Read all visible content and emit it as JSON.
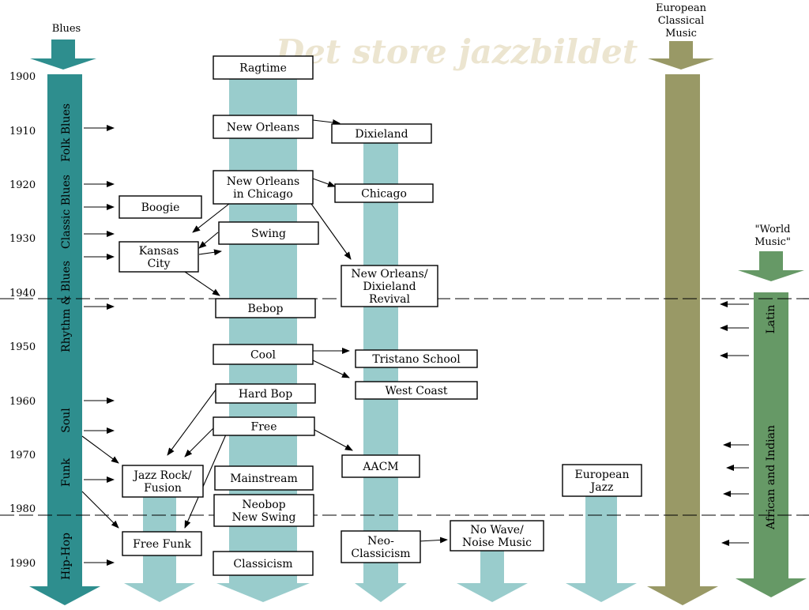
{
  "title": "Det store jazzbildet",
  "years": [
    "1900",
    "1910",
    "1920",
    "1930",
    "1940",
    "1950",
    "1960",
    "1970",
    "1980",
    "1990"
  ],
  "streams": {
    "blues": {
      "header": "Blues",
      "color": "#2e8e8e",
      "labels": [
        "Folk Blues",
        "Classic Blues",
        "Rhythm & Blues",
        "Soul",
        "Funk",
        "Hip-Hop"
      ]
    },
    "european_classical": {
      "header": [
        "European",
        "Classical",
        "Music"
      ],
      "color": "#999966"
    },
    "world_music": {
      "header": [
        "\"World",
        "Music\""
      ],
      "color": "#669966",
      "labels": [
        "Latin",
        "African and Indian"
      ]
    },
    "jazz_color": "#99cccc"
  },
  "boxes": {
    "ragtime": [
      "Ragtime"
    ],
    "new_orleans": [
      "New Orleans"
    ],
    "dixieland": [
      "Dixieland"
    ],
    "new_orleans_chicago": [
      "New Orleans",
      "in Chicago"
    ],
    "chicago": [
      "Chicago"
    ],
    "boogie": [
      "Boogie"
    ],
    "swing": [
      "Swing"
    ],
    "kansas_city": [
      "Kansas",
      "City"
    ],
    "no_revival": [
      "New Orleans/",
      "Dixieland",
      "Revival"
    ],
    "bebop": [
      "Bebop"
    ],
    "cool": [
      "Cool"
    ],
    "tristano": [
      "Tristano School"
    ],
    "west_coast": [
      "West Coast"
    ],
    "hard_bop": [
      "Hard Bop"
    ],
    "free": [
      "Free"
    ],
    "aacm": [
      "AACM"
    ],
    "jazz_rock": [
      "Jazz Rock/",
      "Fusion"
    ],
    "mainstream": [
      "Mainstream"
    ],
    "european_jazz": [
      "European",
      "Jazz"
    ],
    "neobop": [
      "Neobop",
      "New Swing"
    ],
    "no_wave": [
      "No Wave/",
      "Noise Music"
    ],
    "neo_classicism": [
      "Neo-",
      "Classicism"
    ],
    "free_funk": [
      "Free Funk"
    ],
    "classicism": [
      "Classicism"
    ]
  }
}
